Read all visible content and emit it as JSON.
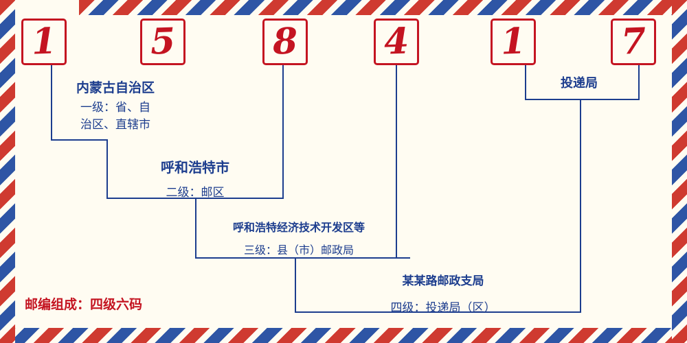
{
  "postal_code": {
    "digits": [
      "1",
      "5",
      "8",
      "4",
      "1",
      "7"
    ]
  },
  "labels": {
    "level1": {
      "title": "内蒙古自治区",
      "desc_line1": "一级：省、自",
      "desc_line2": "治区、直辖市"
    },
    "level2": {
      "title": "呼和浩特市",
      "desc": "二级：邮区"
    },
    "level3": {
      "title": "呼和浩特经济技术开发区等",
      "desc": "三级：县（市）邮政局"
    },
    "level4": {
      "title": "某某路邮政支局",
      "desc": "四级：投递局（区）"
    },
    "delivery": {
      "title": "投递局"
    }
  },
  "footer": {
    "composition": "邮编组成：四级六码"
  },
  "colors": {
    "digit_red": "#c41421",
    "text_blue": "#1c3d8e",
    "stripe_red": "#cf3a30",
    "stripe_blue": "#2e55a5",
    "background": "#fffcf2"
  }
}
